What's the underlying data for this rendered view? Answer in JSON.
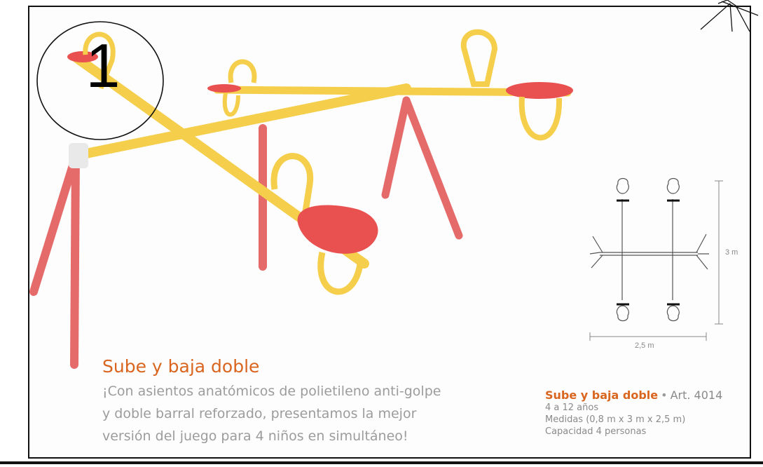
{
  "badge": {
    "number": "1"
  },
  "product": {
    "title": "Sube y baja doble",
    "description_lines": [
      "¡Con asientos anatómicos de polietileno anti-golpe",
      "y doble barral reforzado, presentamos la mejor",
      "versión del juego para 4 niños en simultáneo!"
    ]
  },
  "spec": {
    "name": "Sube y baja doble",
    "separator": "•",
    "article": "Art. 4014",
    "details": [
      "4 a 12 años",
      "Medidas (0,8 m x 3 m x 2,5 m)",
      "Capacidad 4 personas"
    ]
  },
  "diagram": {
    "height_label": "3 m",
    "width_label": "2,5 m"
  },
  "colors": {
    "frame_yellow": "#f5cf4c",
    "legs_red": "#e56a6a",
    "seat_red": "#e8514f",
    "accent_orange": "#d9651f",
    "text_grey": "#9c9c9c"
  }
}
